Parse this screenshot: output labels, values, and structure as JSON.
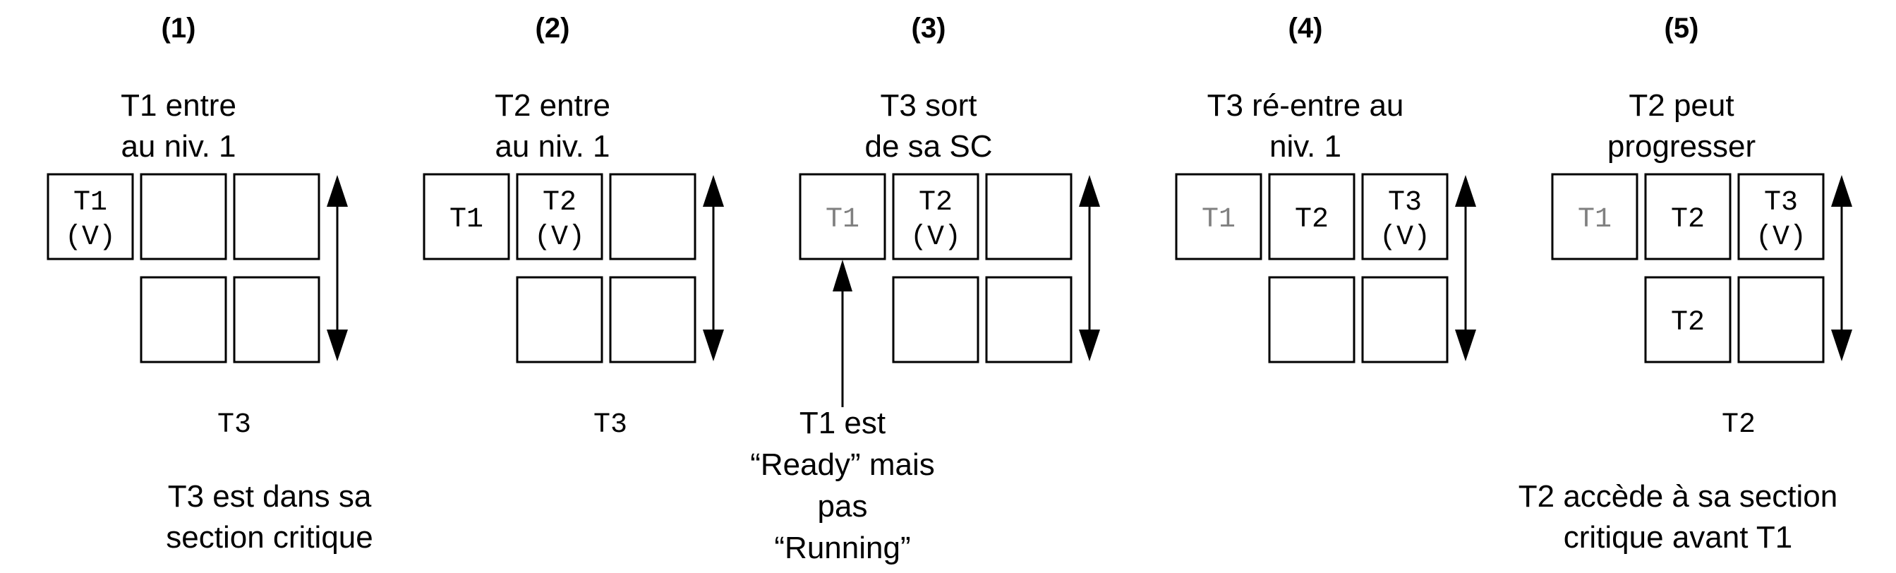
{
  "colors": {
    "ink": "#000000",
    "released_thread": "#808080"
  },
  "steps": [
    {
      "number": "(1)",
      "caption": [
        "T1 entre",
        "au niv. 1"
      ],
      "top_row": [
        {
          "lines": [
            "T1",
            "(V)"
          ],
          "dim": false
        },
        {
          "lines": [],
          "dim": false
        },
        {
          "lines": [],
          "dim": false
        }
      ],
      "bottom_row": [
        {
          "lines": [],
          "dim": false
        },
        {
          "lines": [],
          "dim": false
        }
      ],
      "below": "T3",
      "footer": [
        "T3 est dans sa",
        "section critique"
      ]
    },
    {
      "number": "(2)",
      "caption": [
        "T2 entre",
        "au niv. 1"
      ],
      "top_row": [
        {
          "lines": [
            "T1"
          ],
          "dim": false
        },
        {
          "lines": [
            "T2",
            "(V)"
          ],
          "dim": false
        },
        {
          "lines": [],
          "dim": false
        }
      ],
      "bottom_row": [
        {
          "lines": [],
          "dim": false
        },
        {
          "lines": [],
          "dim": false
        }
      ],
      "below": "T3",
      "footer": []
    },
    {
      "number": "(3)",
      "caption": [
        "T3 sort",
        "de sa SC"
      ],
      "top_row": [
        {
          "lines": [
            "T1"
          ],
          "dim": true
        },
        {
          "lines": [
            "T2",
            "(V)"
          ],
          "dim": false
        },
        {
          "lines": [],
          "dim": false
        }
      ],
      "bottom_row": [
        {
          "lines": [],
          "dim": false
        },
        {
          "lines": [],
          "dim": false
        }
      ],
      "below": "",
      "footer": [
        "T1 est",
        "“Ready” mais",
        "pas",
        "“Running”"
      ]
    },
    {
      "number": "(4)",
      "caption": [
        "T3 ré-entre au",
        "niv. 1"
      ],
      "top_row": [
        {
          "lines": [
            "T1"
          ],
          "dim": true
        },
        {
          "lines": [
            "T2"
          ],
          "dim": false
        },
        {
          "lines": [
            "T3",
            "(V)"
          ],
          "dim": false
        }
      ],
      "bottom_row": [
        {
          "lines": [],
          "dim": false
        },
        {
          "lines": [],
          "dim": false
        }
      ],
      "below": "",
      "footer": []
    },
    {
      "number": "(5)",
      "caption": [
        "T2 peut",
        "progresser"
      ],
      "top_row": [
        {
          "lines": [
            "T1"
          ],
          "dim": true
        },
        {
          "lines": [
            "T2"
          ],
          "dim": false
        },
        {
          "lines": [
            "T3",
            "(V)"
          ],
          "dim": false
        }
      ],
      "bottom_row": [
        {
          "lines": [
            "T2"
          ],
          "dim": false
        },
        {
          "lines": [],
          "dim": false
        }
      ],
      "below": "T2",
      "footer": [
        "T2 accède à sa section",
        "critique avant T1"
      ]
    }
  ]
}
